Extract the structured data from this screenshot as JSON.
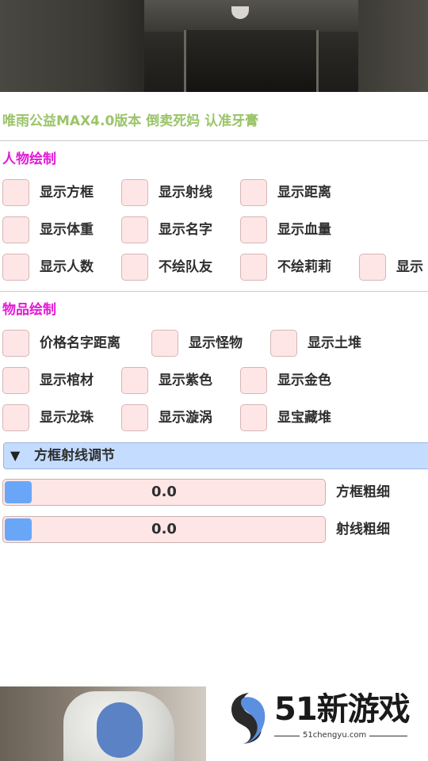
{
  "header": {
    "title": "唯雨公益MAX4.0版本 倒卖死妈 认准牙膏"
  },
  "player_section": {
    "title": "人物绘制",
    "options": [
      {
        "label": "显示方框",
        "checked": false
      },
      {
        "label": "显示射线",
        "checked": false
      },
      {
        "label": "显示距离",
        "checked": false
      },
      {
        "label": "显示体重",
        "checked": false
      },
      {
        "label": "显示名字",
        "checked": false
      },
      {
        "label": "显示血量",
        "checked": false
      },
      {
        "label": "显示人数",
        "checked": false
      },
      {
        "label": "不绘队友",
        "checked": false
      },
      {
        "label": "不绘莉莉",
        "checked": false
      },
      {
        "label": "显示",
        "checked": false
      }
    ]
  },
  "item_section": {
    "title": "物品绘制",
    "options": [
      {
        "label": "价格名字距离",
        "checked": false
      },
      {
        "label": "显示怪物",
        "checked": false
      },
      {
        "label": "显示土堆",
        "checked": false
      },
      {
        "label": "显示棺材",
        "checked": false
      },
      {
        "label": "显示紫色",
        "checked": false
      },
      {
        "label": "显示金色",
        "checked": false
      },
      {
        "label": "显示龙珠",
        "checked": false
      },
      {
        "label": "显示漩涡",
        "checked": false
      },
      {
        "label": "显宝藏堆",
        "checked": false
      }
    ]
  },
  "box_ray_section": {
    "header": "方框射线调节",
    "arrow": "▼",
    "sliders": [
      {
        "label": "方框粗细",
        "value": "0.0",
        "fraction": 0.0
      },
      {
        "label": "射线粗细",
        "value": "0.0",
        "fraction": 0.0
      }
    ]
  },
  "logo": {
    "brand": "51新游戏",
    "url": "51chengyu.com"
  },
  "colors": {
    "header_title": "#9ac46a",
    "section_title": "#e21bd5",
    "checkbox_bg": "#ffe6e6",
    "collapse_bg": "#c4dcff",
    "slider_fill": "#6aa6f8"
  }
}
